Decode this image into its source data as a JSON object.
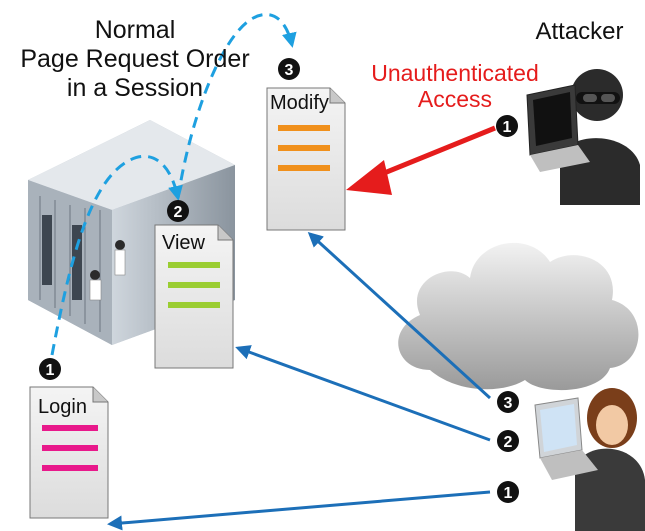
{
  "title": {
    "line1": "Normal",
    "line2": "Page Request Order",
    "line3": "in a Session"
  },
  "attacker_label": "Attacker",
  "unauth": {
    "line1": "Unauthenticated",
    "line2": "Access"
  },
  "pages": [
    {
      "label": "Login",
      "step": "1",
      "stripe_color": "#e8198b"
    },
    {
      "label": "View",
      "step": "2",
      "stripe_color": "#9acd32"
    },
    {
      "label": "Modify",
      "step": "3",
      "stripe_color": "#f0901c"
    }
  ],
  "user_steps": [
    "3",
    "2",
    "1"
  ],
  "attacker_step": "1",
  "colors": {
    "normal_flow": "#1ea0e0",
    "user_request": "#1c6fb8",
    "attack": "#e51c1c"
  }
}
